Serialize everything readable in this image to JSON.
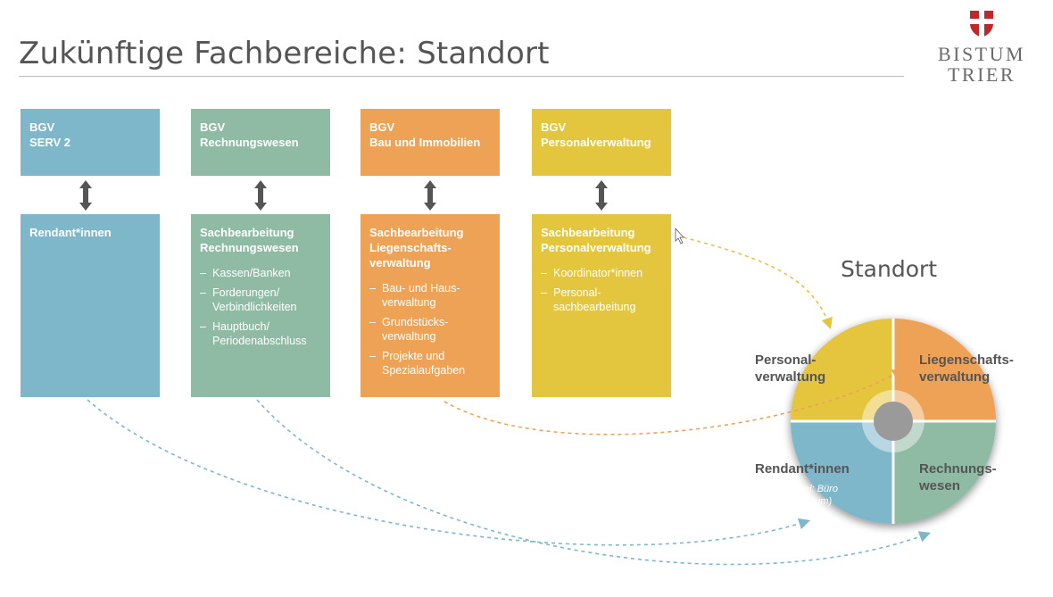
{
  "header": {
    "title": "Zukünftige Fachbereiche: Standort",
    "logo_line1": "BISTUM",
    "logo_line2": "TRIER"
  },
  "colors": {
    "blue": "#7eb7ca",
    "green": "#8fbba4",
    "orange": "#eea255",
    "yellow": "#e4c53e",
    "gray": "#9a9a9a"
  },
  "columns": [
    {
      "top": [
        "BGV",
        "SERV 2"
      ],
      "bottom_title": [
        "Rendant*innen"
      ],
      "items": []
    },
    {
      "top": [
        "BGV",
        "Rechnungswesen"
      ],
      "bottom_title": [
        "Sachbearbeitung",
        "Rechnungswesen"
      ],
      "items": [
        "Kassen/Banken",
        "Forderungen/ Verbindlichkeiten",
        "Hauptbuch/ Periodenabschluss"
      ]
    },
    {
      "top": [
        "BGV",
        "Bau und Immobilien"
      ],
      "bottom_title": [
        "Sachbearbeitung",
        "Liegenschafts-",
        "verwaltung"
      ],
      "items": [
        "Bau- und Haus- verwaltung",
        "Grundstücks- verwaltung",
        "Projekte und Spezialaufgaben"
      ]
    },
    {
      "top": [
        "BGV",
        "Personalverwaltung"
      ],
      "bottom_title": [
        "Sachbearbeitung",
        "Personalverwaltung"
      ],
      "items": [
        "Koordinator*innen",
        "Personal- sachbearbeitung"
      ]
    }
  ],
  "standort": {
    "title": "Standort",
    "q_personal": [
      "Personal-",
      "verwaltung"
    ],
    "q_liegenschaft": [
      "Liegenschafts-",
      "verwaltung"
    ],
    "q_rendant": [
      "Rendant*innen"
    ],
    "q_rendant_note": [
      "(In der Regel: Büro",
      "Pastoraler Raum)"
    ],
    "q_rechnung": [
      "Rechnungs-",
      "wesen"
    ]
  }
}
